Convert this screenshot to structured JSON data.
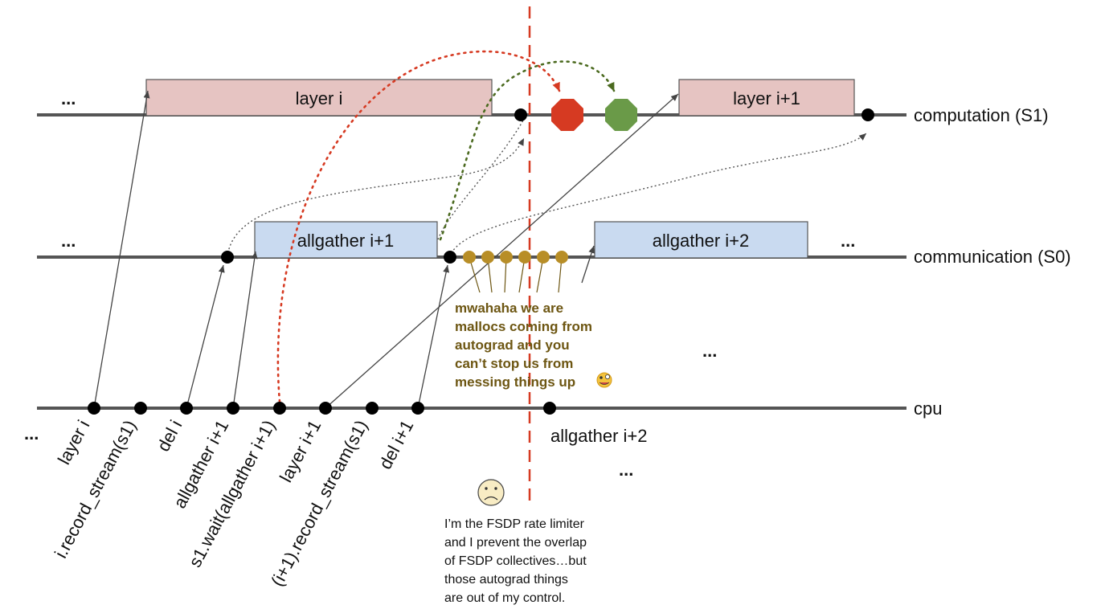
{
  "lanes": {
    "computation": "computation (S1)",
    "communication": "communication (S0)",
    "cpu": "cpu"
  },
  "blocks": {
    "layer_i": "layer i",
    "layer_i1": "layer i+1",
    "allgather_i1": "allgather i+1",
    "allgather_i2": "allgather i+2"
  },
  "ellipsis": "...",
  "cpu_ops": [
    "layer i",
    "i.record_stream(s1)",
    "del i",
    "allgather i+1",
    "s1.wait(allgather i+1)",
    "layer i+1",
    "(i+1).record_stream(s1)",
    "del i+1"
  ],
  "cpu_allgather_i2": "allgather i+2",
  "malloc_note": [
    "mwahaha we are",
    "mallocs coming from",
    "autograd and you",
    "can’t stop us from",
    "messing things up"
  ],
  "malloc_emoji": "🤪",
  "limiter_note": [
    "I’m the FSDP rate limiter",
    "and I prevent the overlap",
    "of FSDP collectives…but",
    "those autograd things",
    "are out of my control."
  ],
  "colors": {
    "layer_fill": "#e6c4c2",
    "allgather_fill": "#c9daf0",
    "stop_red": "#d63a22",
    "stop_green": "#6a9a48",
    "malloc_dot": "#b88e27",
    "malloc_text": "#6d5612",
    "rate_limit_line": "#d63a22",
    "lane_line": "#555555"
  }
}
